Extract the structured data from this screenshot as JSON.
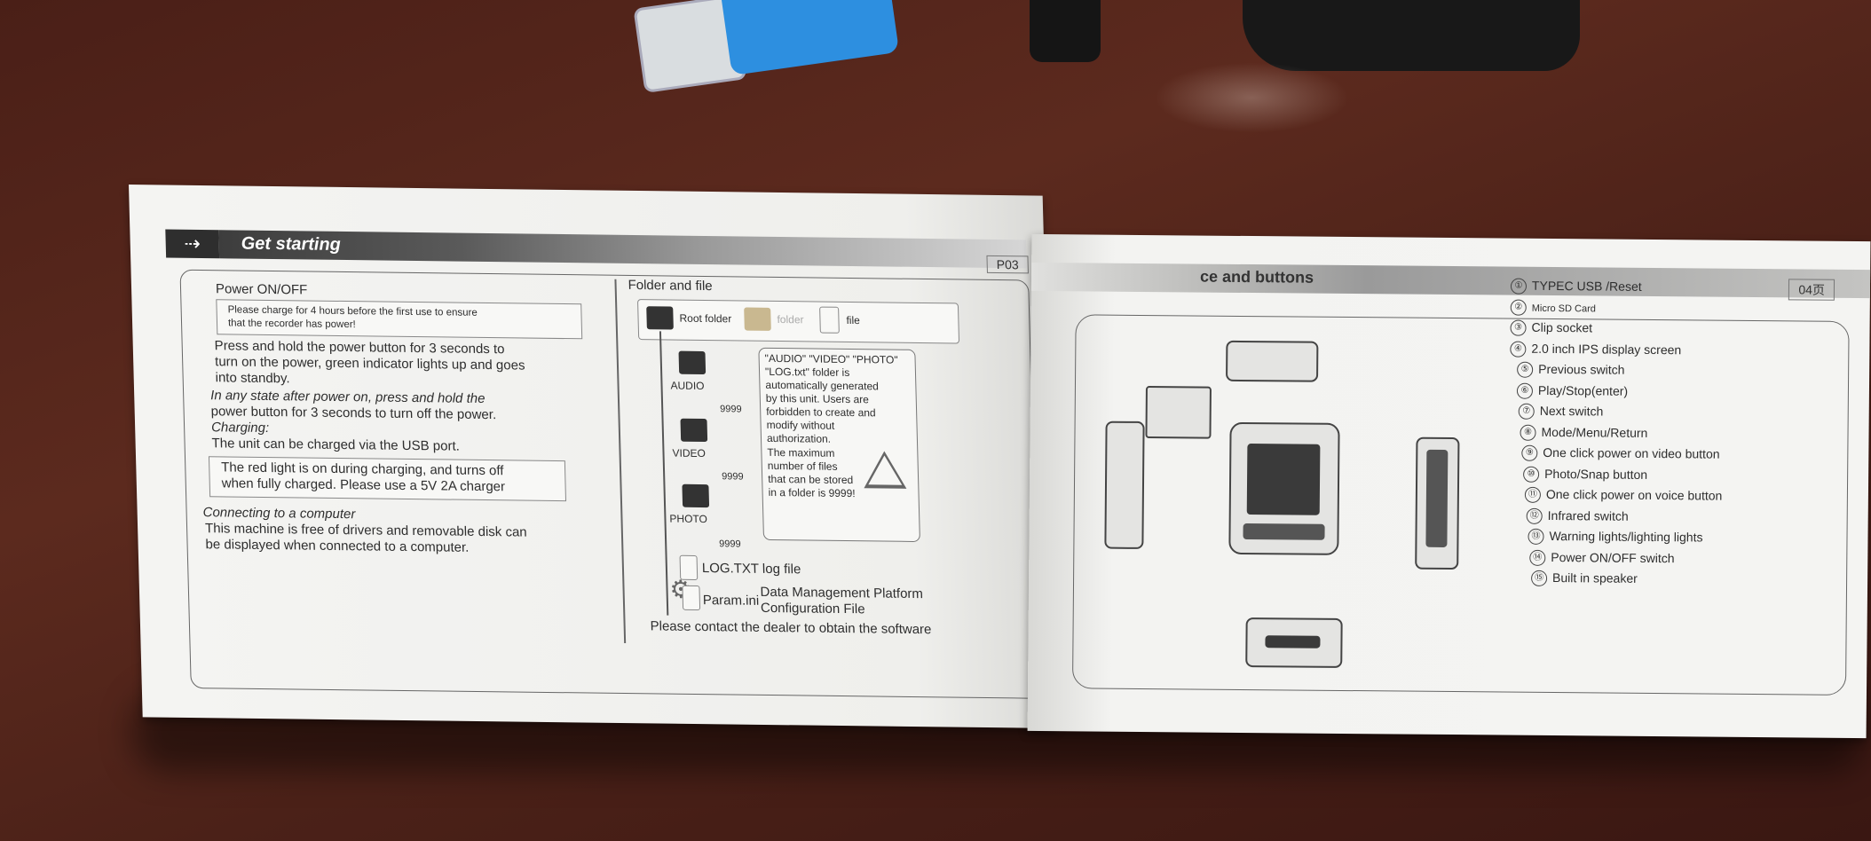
{
  "left_page": {
    "header_title": "Get starting",
    "page_number": "P03",
    "power_heading": "Power ON/OFF",
    "charge_note": [
      "Please charge for 4 hours before the first use to ensure",
      "that the recorder has power!"
    ],
    "power_steps": [
      "Press and hold the power button for 3 seconds to",
      "turn on the power, green indicator lights up and goes",
      "into standby.",
      "In any state after power on, press and hold the",
      "power button for 3 seconds to turn off the power."
    ],
    "charging_heading": "Charging:",
    "charging_text": "The unit can be charged via the USB port.",
    "charging_note": [
      "The red light is on during charging, and turns off",
      "when fully charged. Please use a 5V 2A charger"
    ],
    "connect_heading": "Connecting to a computer",
    "connect_text": [
      "This machine is free of drivers and removable disk can",
      "be displayed when connected to a computer."
    ],
    "folder_heading": "Folder and file",
    "root_folder": "Root folder",
    "folder_label": "folder",
    "file_label": "file",
    "folders": [
      "AUDIO",
      "VIDEO",
      "PHOTO"
    ],
    "max_count": "9999",
    "warning_lines": [
      "\"AUDIO\" \"VIDEO\" \"PHOTO\"",
      "\"LOG.txt\" folder is",
      "automatically generated",
      "by this unit. Users are",
      "forbidden to create and",
      "modify without",
      "authorization.",
      "The maximum",
      "number of files",
      "that can be stored",
      "in a folder is 9999!"
    ],
    "log_file": "LOG.TXT  log file",
    "param_file": "Param.ini",
    "param_desc": [
      "Data Management Platform",
      "Configuration File"
    ],
    "dealer_note": "Please contact the dealer to obtain the software"
  },
  "right_page": {
    "header_title": "ce and buttons",
    "page_number": "04页",
    "legend": [
      "TYPEC USB /Reset",
      "Micro SD  Card",
      "Clip socket",
      "2.0 inch IPS display screen",
      "Previous switch",
      "Play/Stop(enter)",
      "Next  switch",
      "Mode/Menu/Return",
      "One click power on video button",
      "Photo/Snap button",
      "One click power on voice button",
      "Infrared switch",
      "Warning lights/lighting lights",
      "Power ON/OFF switch",
      "Built in speaker"
    ],
    "legend_numbers": [
      "①",
      "②",
      "③",
      "④",
      "⑤",
      "⑥",
      "⑦",
      "⑧",
      "⑨",
      "⑩",
      "⑪",
      "⑫",
      "⑬",
      "⑭",
      "⑮"
    ]
  },
  "colors": {
    "table": "#4f2219",
    "paper": "#f2f2f0",
    "usb_blue": "#2d8fe0"
  }
}
